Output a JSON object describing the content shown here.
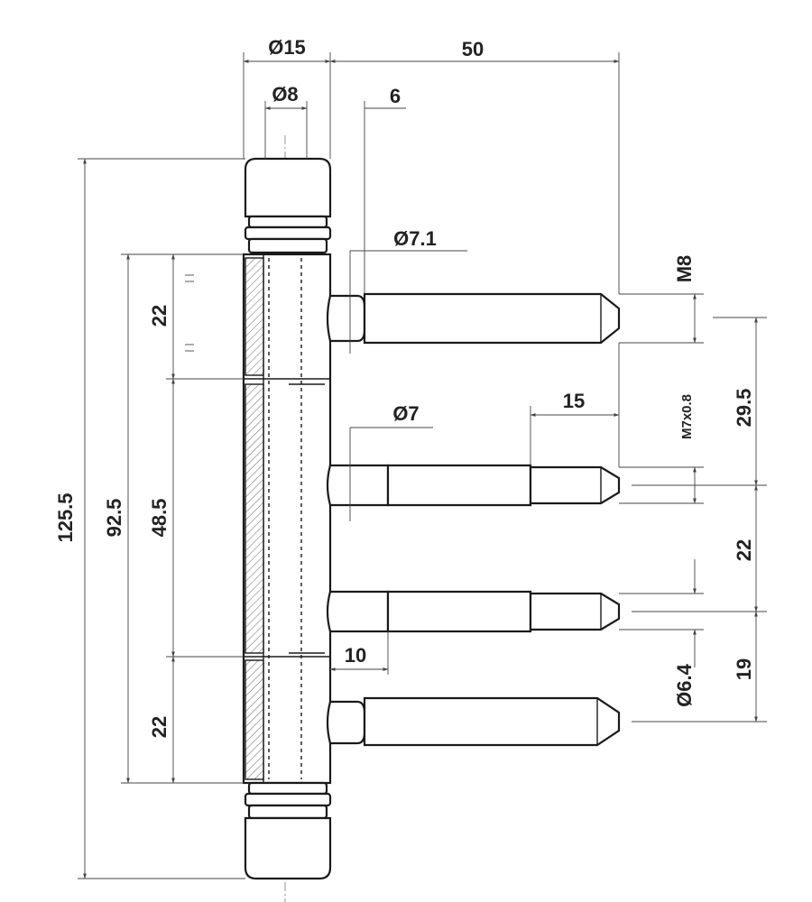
{
  "dimensions": {
    "pin_diameter": "Ø15",
    "inner_diameter": "Ø8",
    "total_length": "50",
    "offset": "6",
    "pin1_diameter": "Ø7.1",
    "thread_top": "M8",
    "pin2_diameter": "Ø7",
    "thread_length": "15",
    "thread_mid": "M7x0.8",
    "spacing_1": "29.5",
    "spacing_2": "22",
    "spacing_3": "19",
    "pin_bottom_diameter": "Ø6.4",
    "shoulder": "10",
    "overall_height": "125.5",
    "hinge_height": "92.5",
    "middle_leaf": "48.5",
    "top_leaf": "22",
    "bottom_leaf": "22"
  }
}
